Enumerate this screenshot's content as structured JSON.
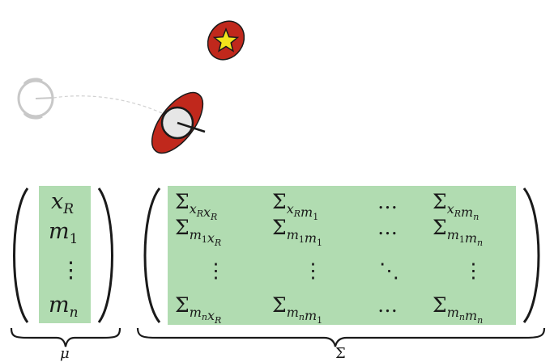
{
  "colors": {
    "highlight": "#b1dcb1",
    "robot_body": "#c0281c",
    "robot_disc": "#e6e6e6",
    "star_fill": "#f2e41c",
    "ink": "#1a1a1a",
    "ghost": "#c8c8c8"
  },
  "icons": {
    "landmark": "star-landmark-icon",
    "robot": "robot-pose-icon",
    "ghost_robot": "previous-robot-pose-icon"
  },
  "mu": {
    "entries": [
      {
        "base": "x",
        "sub": "R"
      },
      {
        "base": "m",
        "sub": "1"
      },
      {
        "base": "⋮",
        "sub": ""
      },
      {
        "base": "m",
        "sub": "n"
      }
    ],
    "brace_label": "μ"
  },
  "sigma": {
    "rows": [
      [
        {
          "base": "Σ",
          "sub": "xRxR",
          "sub_parts": [
            [
              "x",
              "R"
            ],
            [
              "x",
              "R"
            ]
          ]
        },
        {
          "base": "Σ",
          "sub": "xRm1",
          "sub_parts": [
            [
              "x",
              "R"
            ],
            [
              "m",
              "1"
            ]
          ]
        },
        {
          "base": "…",
          "sub": ""
        },
        {
          "base": "Σ",
          "sub": "xRmn",
          "sub_parts": [
            [
              "x",
              "R"
            ],
            [
              "m",
              "n"
            ]
          ]
        }
      ],
      [
        {
          "base": "Σ",
          "sub": "m1xR",
          "sub_parts": [
            [
              "m",
              "1"
            ],
            [
              "x",
              "R"
            ]
          ]
        },
        {
          "base": "Σ",
          "sub": "m1m1",
          "sub_parts": [
            [
              "m",
              "1"
            ],
            [
              "m",
              "1"
            ]
          ]
        },
        {
          "base": "…",
          "sub": ""
        },
        {
          "base": "Σ",
          "sub": "m1mn",
          "sub_parts": [
            [
              "m",
              "1"
            ],
            [
              "m",
              "n"
            ]
          ]
        }
      ],
      [
        {
          "base": "⋮",
          "sub": ""
        },
        {
          "base": "⋮",
          "sub": ""
        },
        {
          "base": "⋱",
          "sub": ""
        },
        {
          "base": "⋮",
          "sub": ""
        }
      ],
      [
        {
          "base": "Σ",
          "sub": "mnxR",
          "sub_parts": [
            [
              "m",
              "n"
            ],
            [
              "x",
              "R"
            ]
          ]
        },
        {
          "base": "Σ",
          "sub": "mnm1",
          "sub_parts": [
            [
              "m",
              "n"
            ],
            [
              "m",
              "1"
            ]
          ]
        },
        {
          "base": "…",
          "sub": ""
        },
        {
          "base": "Σ",
          "sub": "mnmn",
          "sub_parts": [
            [
              "m",
              "n"
            ],
            [
              "m",
              "n"
            ]
          ]
        }
      ]
    ],
    "brace_label": "Σ"
  }
}
